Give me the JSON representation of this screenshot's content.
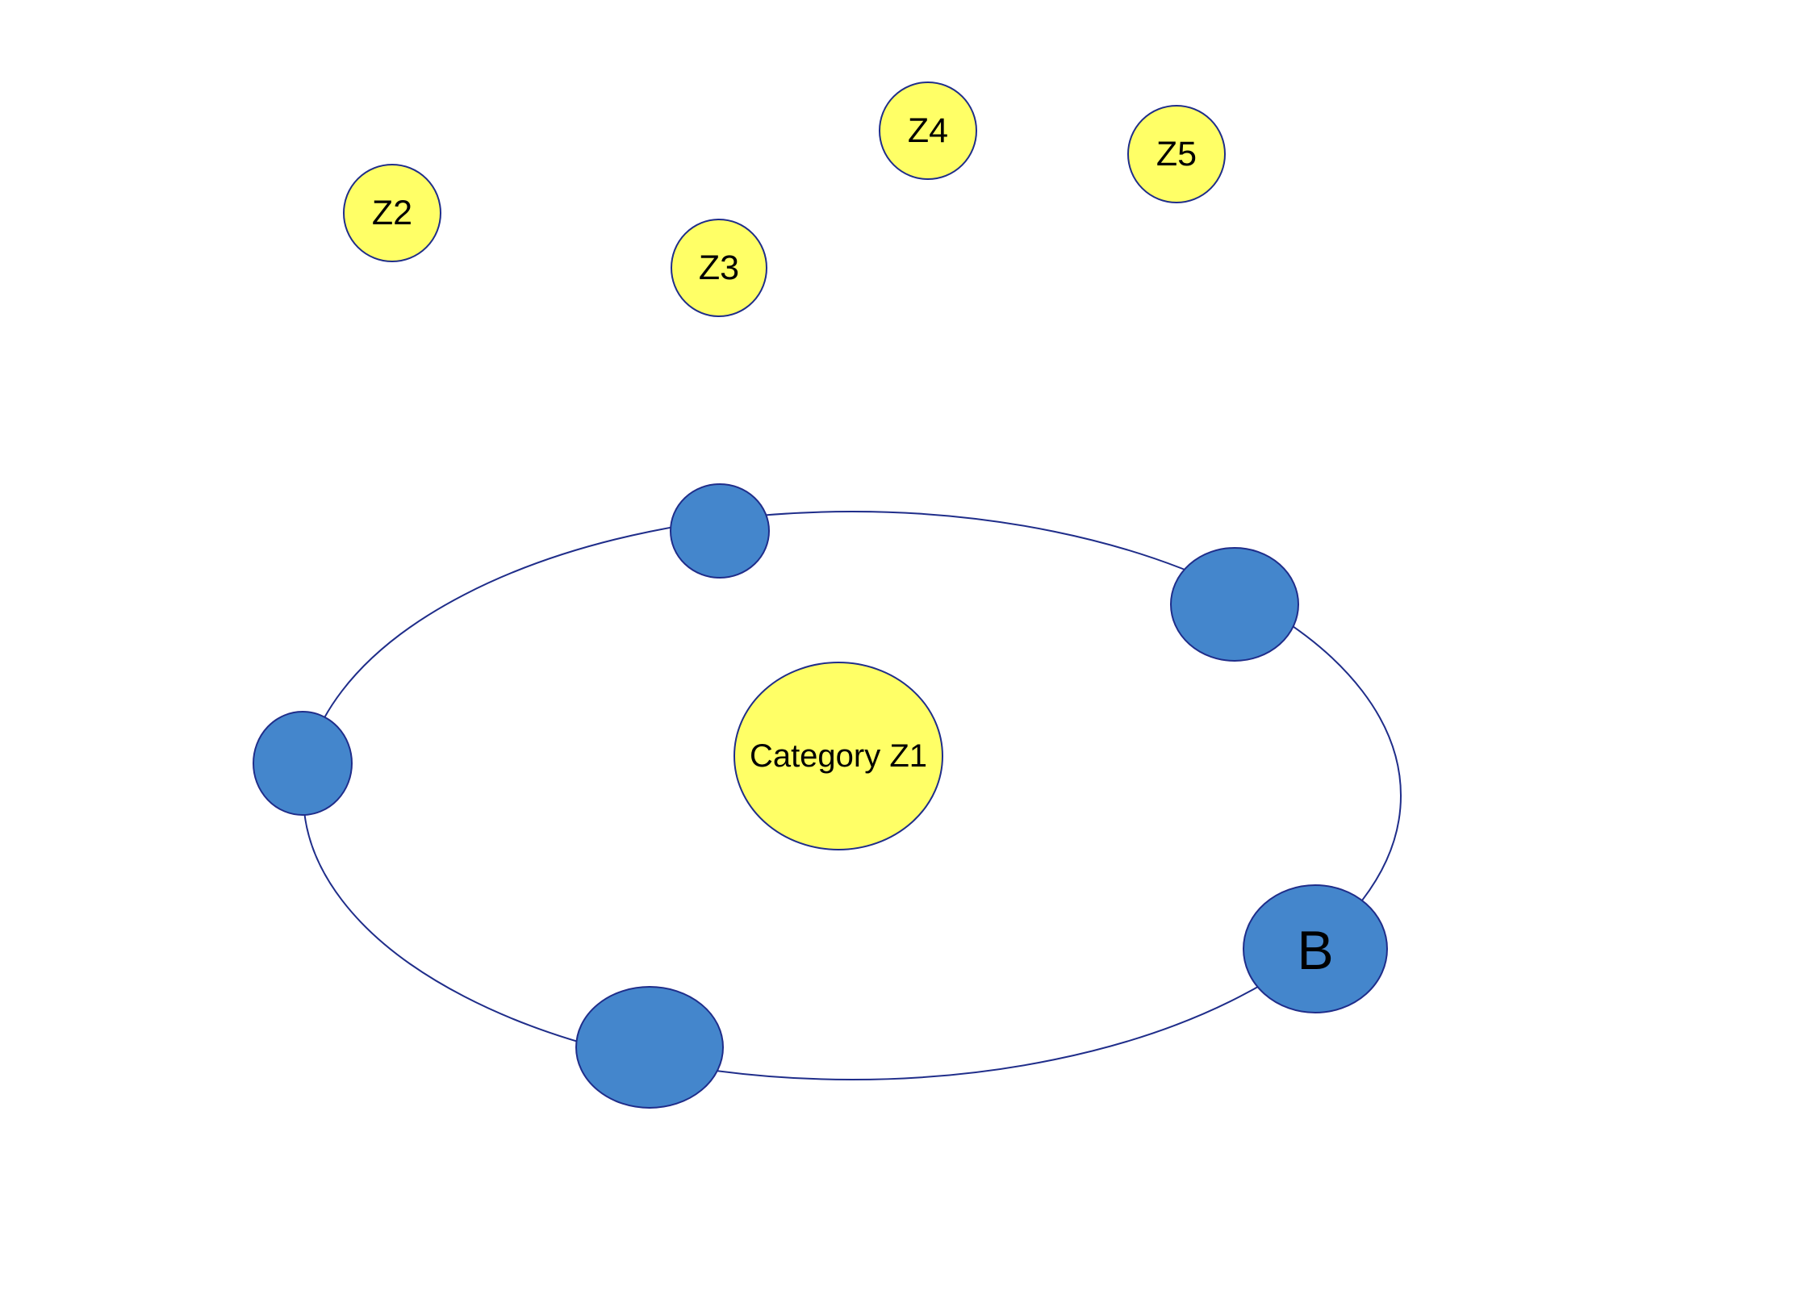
{
  "colors": {
    "yellow_fill": "#ffff66",
    "node_stroke": "#1f2d8a",
    "blue_fill": "#4486cc",
    "orbit_stroke": "#1f2d8a"
  },
  "categories": {
    "center": "Category Z1",
    "z2": "Z2",
    "z3": "Z3",
    "z4": "Z4",
    "z5": "Z5"
  },
  "orbit": {
    "nodes": {
      "top": "",
      "top_right": "",
      "left": "",
      "bottom_right": "B",
      "bottom": ""
    }
  }
}
